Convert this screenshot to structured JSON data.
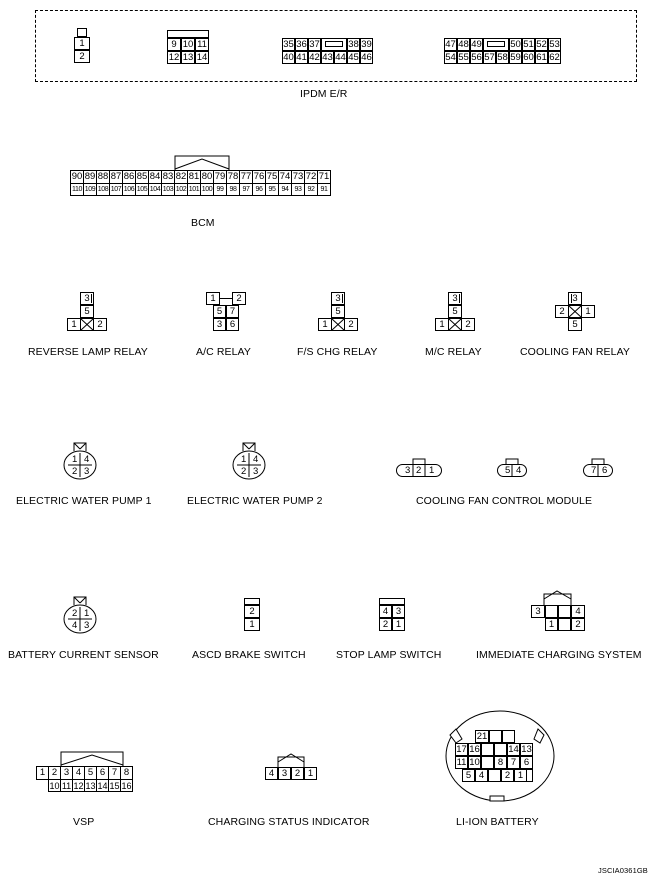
{
  "diagram_code": "JSCIA0361GB",
  "connectors": {
    "ipdm": {
      "label": "IPDM E/R",
      "c1": [
        "1",
        "2"
      ],
      "c2_top": [
        "9",
        "10",
        "11"
      ],
      "c2_bot": [
        "12",
        "13",
        "14"
      ],
      "c3_top": [
        "35",
        "36",
        "37",
        "",
        "38",
        "39"
      ],
      "c3_bot": [
        "40",
        "41",
        "42",
        "43",
        "44",
        "45",
        "46"
      ],
      "c4_top": [
        "47",
        "48",
        "49",
        "",
        "50",
        "51",
        "52",
        "53"
      ],
      "c4_bot": [
        "54",
        "55",
        "56",
        "57",
        "58",
        "59",
        "60",
        "61",
        "62"
      ]
    },
    "bcm": {
      "label": "BCM",
      "top": [
        "90",
        "89",
        "88",
        "87",
        "86",
        "85",
        "84",
        "83",
        "82",
        "81",
        "80",
        "79",
        "78",
        "77",
        "76",
        "75",
        "74",
        "73",
        "72",
        "71"
      ],
      "bot": [
        "110",
        "109",
        "108",
        "107",
        "106",
        "105",
        "104",
        "103",
        "102",
        "101",
        "100",
        "99",
        "98",
        "97",
        "96",
        "95",
        "94",
        "93",
        "92",
        "91"
      ]
    },
    "reverse_lamp_relay": {
      "label": "REVERSE LAMP RELAY",
      "pins": [
        "3",
        "5",
        "1",
        "2"
      ]
    },
    "ac_relay": {
      "label": "A/C RELAY",
      "pins": [
        "1",
        "2",
        "5",
        "7",
        "3",
        "6"
      ]
    },
    "fs_chg_relay": {
      "label": "F/S CHG RELAY",
      "pins": [
        "3",
        "5",
        "1",
        "2"
      ]
    },
    "mc_relay": {
      "label": "M/C RELAY",
      "pins": [
        "3",
        "5",
        "1",
        "2"
      ]
    },
    "cooling_fan_relay": {
      "label": "COOLING FAN RELAY",
      "pins": [
        "3",
        "2",
        "1",
        "5"
      ]
    },
    "ewp1": {
      "label": "ELECTRIC WATER PUMP 1",
      "pins": [
        "1",
        "4",
        "2",
        "3"
      ]
    },
    "ewp2": {
      "label": "ELECTRIC WATER PUMP 2",
      "pins": [
        "1",
        "4",
        "2",
        "3"
      ]
    },
    "cfcm": {
      "label": "COOLING FAN CONTROL MODULE",
      "a": [
        "3",
        "2",
        "1"
      ],
      "b": [
        "5",
        "4"
      ],
      "c": [
        "7",
        "6"
      ]
    },
    "bcs": {
      "label": "BATTERY CURRENT SENSOR",
      "pins": [
        "2",
        "1",
        "4",
        "3"
      ]
    },
    "ascd": {
      "label": "ASCD BRAKE SWITCH",
      "pins": [
        "2",
        "1"
      ]
    },
    "stop_lamp": {
      "label": "STOP LAMP SWITCH",
      "pins": [
        "4",
        "3",
        "2",
        "1"
      ]
    },
    "ics": {
      "label": "IMMEDIATE CHARGING SYSTEM",
      "pins": [
        "3",
        "4",
        "1",
        "2"
      ]
    },
    "vsp": {
      "label": "VSP",
      "top": [
        "1",
        "2",
        "3",
        "4",
        "5",
        "6",
        "7",
        "8"
      ],
      "bot": [
        "10",
        "11",
        "12",
        "13",
        "14",
        "15",
        "16"
      ]
    },
    "csi": {
      "label": "CHARGING STATUS INDICATOR",
      "pins": [
        "4",
        "3",
        "2",
        "1"
      ]
    },
    "liion": {
      "label": "LI-ION BATTERY",
      "r1": [
        "21"
      ],
      "r2a": [
        "17",
        "16"
      ],
      "r2b": [
        "14",
        "13"
      ],
      "r3a": [
        "11",
        "10"
      ],
      "r3b": [
        "8",
        "7",
        "6"
      ],
      "r4a": [
        "5",
        "4"
      ],
      "r4b": [
        "2",
        "1"
      ]
    }
  }
}
